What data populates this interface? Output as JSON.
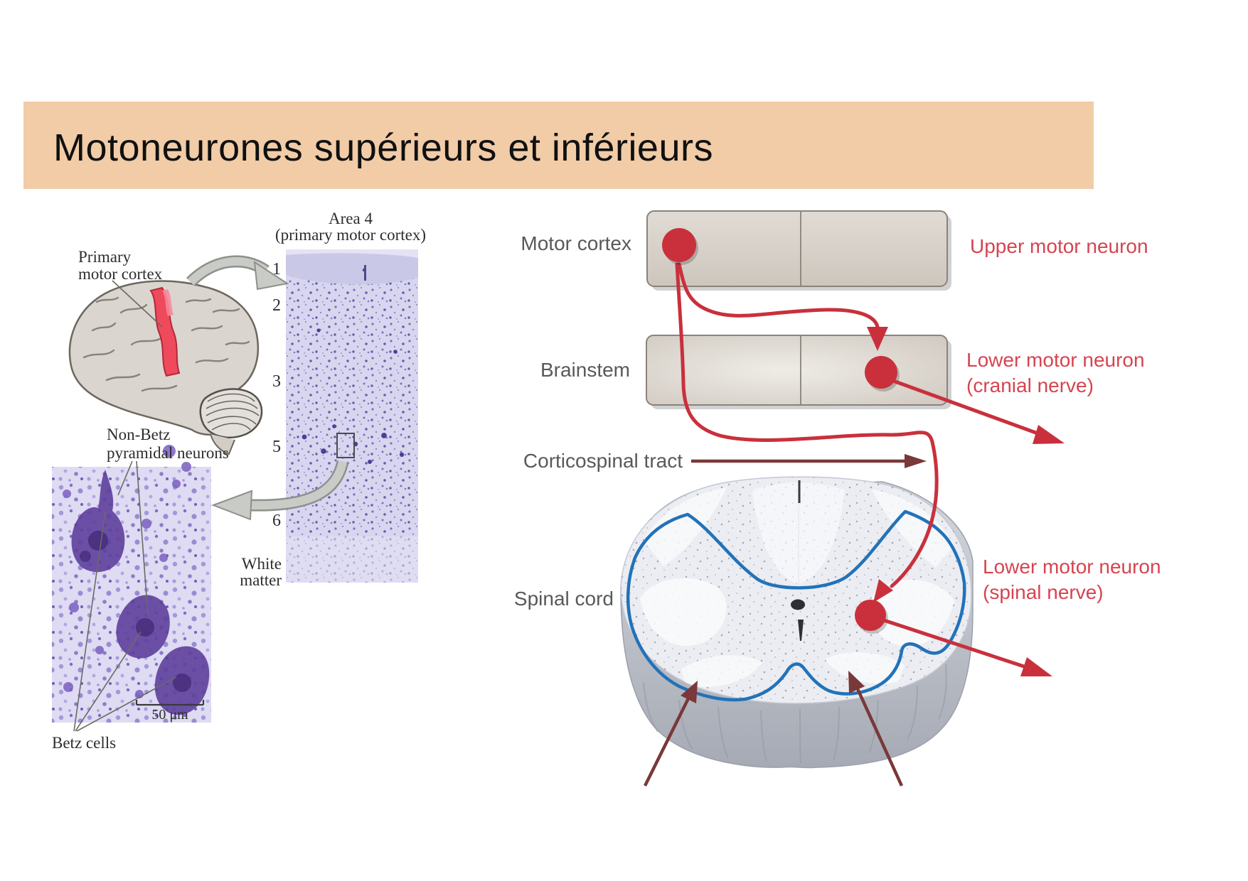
{
  "slide": {
    "title": "Motoneurones supérieurs et inférieurs"
  },
  "colors": {
    "banner_peach": "#f1cca7",
    "neuron_red": "#c9303c",
    "label_red": "#d64450",
    "tract_maroon": "#7a3838",
    "outline_blue": "#2272b8",
    "box_fill": "#d9d4cc",
    "gray_label": "#58595b"
  },
  "anatomy_figure": {
    "brain_label_line1": "Primary",
    "brain_label_line2": "motor cortex",
    "area_title_line1": "Area 4",
    "area_title_line2": "(primary motor cortex)",
    "layer_labels": [
      "1",
      "2",
      "3",
      "5",
      "6"
    ],
    "white_matter_line1": "White",
    "white_matter_line2": "matter",
    "nonbetz_line1": "Non-Betz",
    "nonbetz_line2": "pyramidal neurons",
    "betz_label": "Betz cells",
    "scale_label": "50 μm"
  },
  "circuit_diagram": {
    "row_labels": {
      "motor_cortex": "Motor cortex",
      "brainstem": "Brainstem",
      "corticospinal": "Corticospinal tract",
      "spinal_cord": "Spinal cord"
    },
    "neuron_labels": {
      "upper": "Upper motor neuron",
      "lower_cranial_line1": "Lower motor neuron",
      "lower_cranial_line2": "(cranial nerve)",
      "lower_spinal_line1": "Lower motor neuron",
      "lower_spinal_line2": "(spinal nerve)"
    }
  }
}
